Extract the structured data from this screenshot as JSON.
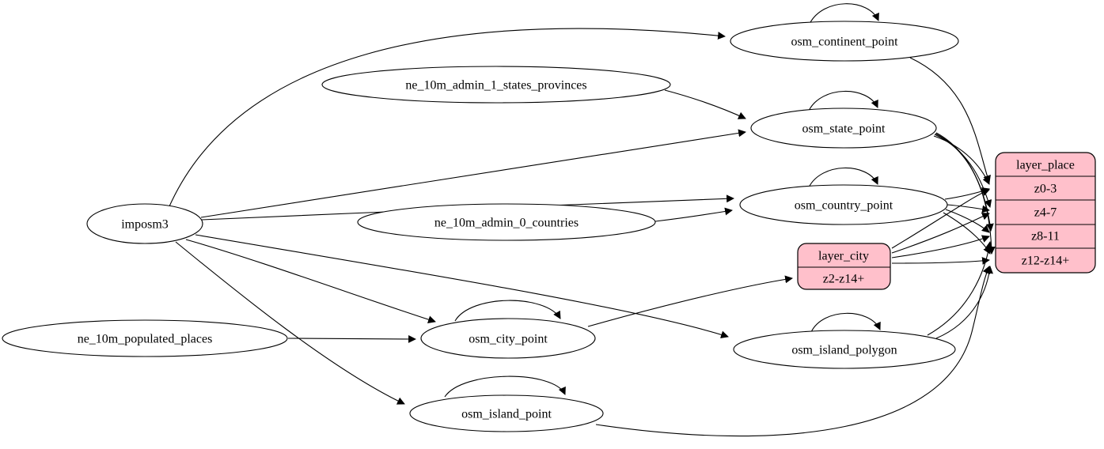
{
  "graph": {
    "type": "etl-flow-diagram",
    "direction": "left-to-right",
    "colors": {
      "background": "#ffffff",
      "node_fill": "#ffffff",
      "record_fill": "#ffc0cb",
      "stroke": "#000000",
      "text": "#000000"
    },
    "nodes": {
      "imposm3": {
        "label": "imposm3",
        "shape": "ellipse"
      },
      "ne_10m_admin_1_states_provinces": {
        "label": "ne_10m_admin_1_states_provinces",
        "shape": "ellipse"
      },
      "ne_10m_admin_0_countries": {
        "label": "ne_10m_admin_0_countries",
        "shape": "ellipse"
      },
      "ne_10m_populated_places": {
        "label": "ne_10m_populated_places",
        "shape": "ellipse"
      },
      "osm_continent_point": {
        "label": "osm_continent_point",
        "shape": "ellipse",
        "self_loop": true
      },
      "osm_state_point": {
        "label": "osm_state_point",
        "shape": "ellipse",
        "self_loop": true
      },
      "osm_country_point": {
        "label": "osm_country_point",
        "shape": "ellipse",
        "self_loop": true
      },
      "osm_city_point": {
        "label": "osm_city_point",
        "shape": "ellipse",
        "self_loop": true
      },
      "osm_island_polygon": {
        "label": "osm_island_polygon",
        "shape": "ellipse",
        "self_loop": true
      },
      "osm_island_point": {
        "label": "osm_island_point",
        "shape": "ellipse",
        "self_loop": true
      },
      "layer_place": {
        "label": "layer_place",
        "shape": "record",
        "fill": "#ffc0cb",
        "rows": [
          "z0-3",
          "z4-7",
          "z8-11",
          "z12-z14+"
        ]
      },
      "layer_city": {
        "label": "layer_city",
        "shape": "record",
        "fill": "#ffc0cb",
        "rows": [
          "z2-z14+"
        ]
      }
    },
    "edges": [
      {
        "from": "imposm3",
        "to": "osm_continent_point"
      },
      {
        "from": "imposm3",
        "to": "osm_state_point"
      },
      {
        "from": "imposm3",
        "to": "osm_country_point"
      },
      {
        "from": "imposm3",
        "to": "osm_city_point"
      },
      {
        "from": "imposm3",
        "to": "osm_island_polygon"
      },
      {
        "from": "imposm3",
        "to": "osm_island_point"
      },
      {
        "from": "ne_10m_admin_1_states_provinces",
        "to": "osm_state_point"
      },
      {
        "from": "ne_10m_admin_0_countries",
        "to": "osm_country_point"
      },
      {
        "from": "ne_10m_populated_places",
        "to": "osm_city_point"
      },
      {
        "from": "osm_continent_point",
        "to": "osm_continent_point"
      },
      {
        "from": "osm_state_point",
        "to": "osm_state_point"
      },
      {
        "from": "osm_country_point",
        "to": "osm_country_point"
      },
      {
        "from": "osm_city_point",
        "to": "osm_city_point"
      },
      {
        "from": "osm_island_polygon",
        "to": "osm_island_polygon"
      },
      {
        "from": "osm_island_point",
        "to": "osm_island_point"
      },
      {
        "from": "osm_continent_point",
        "to": "layer_place",
        "to_port": "z0-3"
      },
      {
        "from": "osm_state_point",
        "to": "layer_place",
        "to_port": "z0-3"
      },
      {
        "from": "osm_state_point",
        "to": "layer_place",
        "to_port": "z4-7"
      },
      {
        "from": "osm_state_point",
        "to": "layer_place",
        "to_port": "z8-11"
      },
      {
        "from": "osm_state_point",
        "to": "layer_place",
        "to_port": "z12-z14+"
      },
      {
        "from": "osm_country_point",
        "to": "layer_place",
        "to_port": "z0-3"
      },
      {
        "from": "osm_country_point",
        "to": "layer_place",
        "to_port": "z4-7"
      },
      {
        "from": "osm_country_point",
        "to": "layer_place",
        "to_port": "z8-11"
      },
      {
        "from": "osm_country_point",
        "to": "layer_place",
        "to_port": "z12-z14+"
      },
      {
        "from": "osm_city_point",
        "to": "layer_city",
        "to_port": "z2-z14+"
      },
      {
        "from": "layer_city",
        "to": "layer_place",
        "to_port": "z0-3"
      },
      {
        "from": "layer_city",
        "to": "layer_place",
        "to_port": "z4-7"
      },
      {
        "from": "layer_city",
        "to": "layer_place",
        "to_port": "z8-11"
      },
      {
        "from": "layer_city",
        "to": "layer_place",
        "to_port": "z12-z14+"
      },
      {
        "from": "osm_island_polygon",
        "to": "layer_place",
        "to_port": "z8-11"
      },
      {
        "from": "osm_island_polygon",
        "to": "layer_place",
        "to_port": "z12-z14+"
      },
      {
        "from": "osm_island_point",
        "to": "layer_place",
        "to_port": "z12-z14+"
      }
    ]
  }
}
